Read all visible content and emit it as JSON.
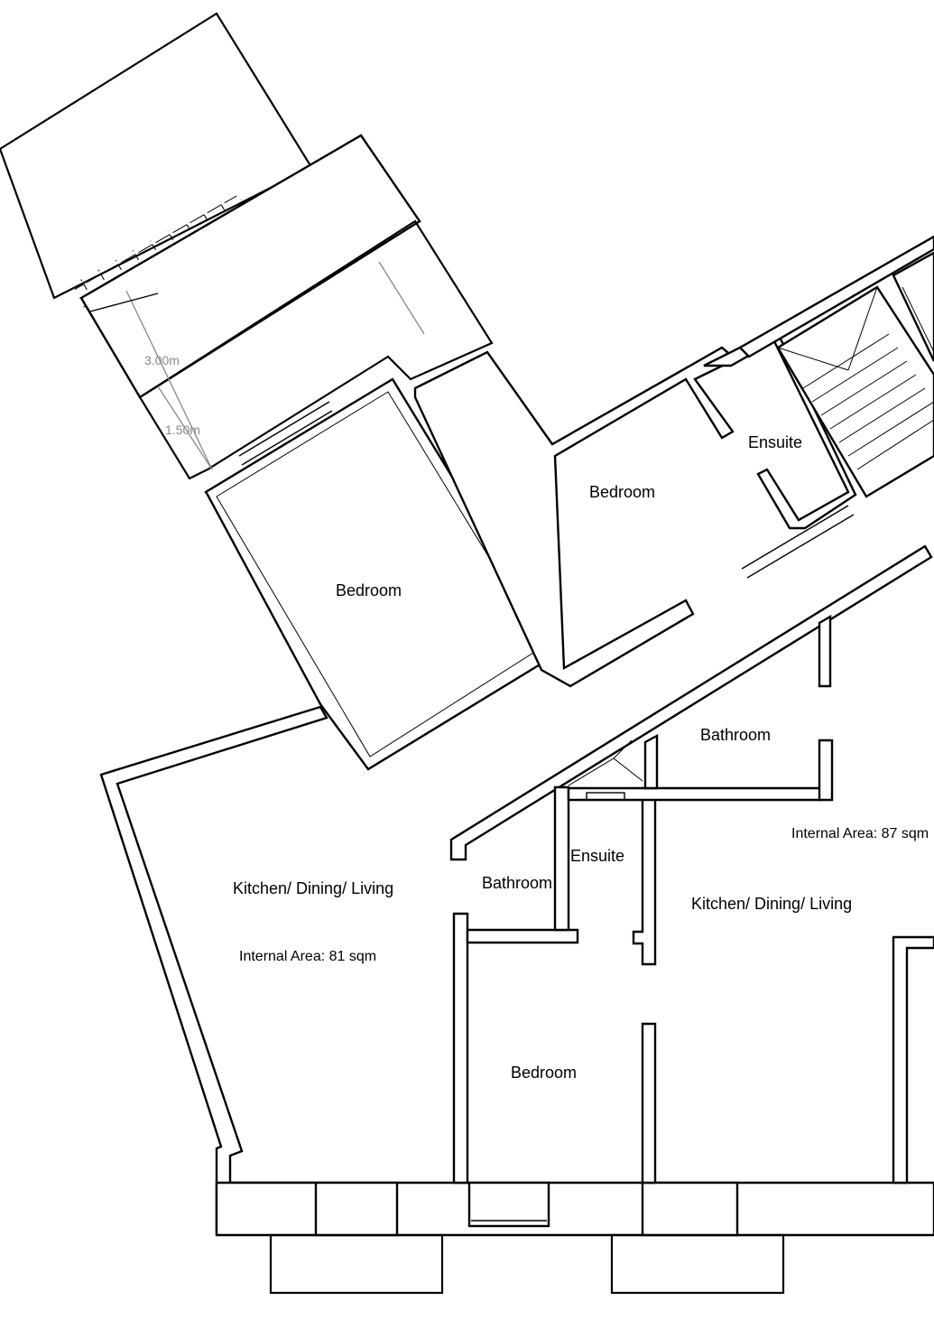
{
  "rooms": {
    "bedroom_1": "Bedroom",
    "bedroom_2": "Bedroom",
    "ensuite_1": "Ensuite",
    "bathroom_1": "Bathroom",
    "bathroom_2": "Bathroom",
    "ensuite_2": "Ensuite",
    "kitchen_1": "Kitchen/ Dining/ Living",
    "kitchen_2": "Kitchen/ Dining/ Living",
    "bedroom_3": "Bedroom"
  },
  "areas": {
    "unit_a": "Internal Area: 81 sqm",
    "unit_b": "Internal Area: 87 sqm"
  },
  "dimensions": {
    "terrace_depth": "3.00m",
    "balcony_depth": "1.50m"
  },
  "colors": {
    "walls": "#000000",
    "dimension_lines": "#888888",
    "background": "#ffffff"
  }
}
